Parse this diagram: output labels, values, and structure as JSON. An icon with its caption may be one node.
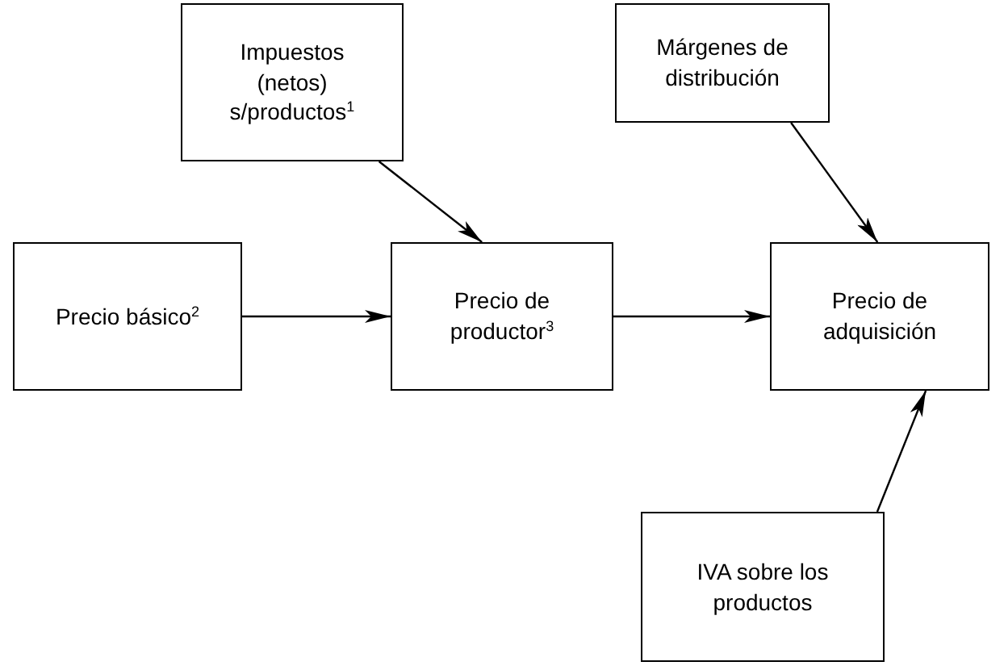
{
  "diagram": {
    "nodes": [
      {
        "text": [
          "Impuestos (netos) s/productos$^{1}$"
        ]
      },
      {
        "text": [
          "Márgenes de distribución"
        ]
      },
      {
        "text": [
          "Precio básico$^{2}$"
        ]
      },
      {
        "text": [
          "Precio de productor$^{3}$"
        ]
      },
      {
        "text": [
          "Precio de adquisición"
        ]
      },
      {
        "text": [
          "IVA sobre los productos"
        ]
      }
    ],
    "edges": [
      {
        "from": 0,
        "to": 3,
        "arrow": "to"
      },
      {
        "from": 1,
        "to": 4,
        "arrow": "to"
      },
      {
        "from": 2,
        "to": 3,
        "arrow": "to"
      },
      {
        "from": 3,
        "to": 4,
        "arrow": "to"
      },
      {
        "from": 5,
        "to": 4,
        "arrow": "to"
      }
    ]
  }
}
